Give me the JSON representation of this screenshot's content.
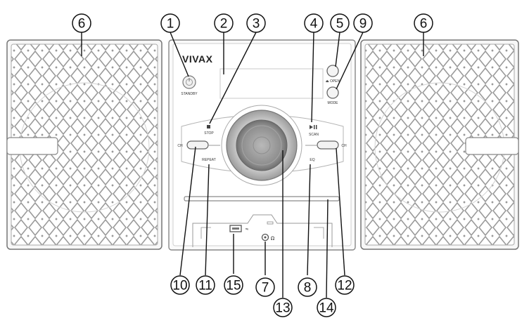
{
  "device": {
    "brand": "VIVAX",
    "labels": {
      "standby": "STANDBY",
      "open": "⏏ OPEN",
      "mode": "MODE",
      "stop": "STOP",
      "scan": "SCAN",
      "repeat": "REPEAT",
      "eq": "EQ",
      "ch_minus": "CH",
      "ch_plus": "CH",
      "usb": "⇋",
      "headphones": "🎧"
    }
  },
  "callouts": [
    {
      "id": "1",
      "label": "1"
    },
    {
      "id": "2",
      "label": "2"
    },
    {
      "id": "3",
      "label": "3"
    },
    {
      "id": "4",
      "label": "4"
    },
    {
      "id": "5",
      "label": "5"
    },
    {
      "id": "6a",
      "label": "6"
    },
    {
      "id": "6b",
      "label": "6"
    },
    {
      "id": "7",
      "label": "7"
    },
    {
      "id": "8",
      "label": "8"
    },
    {
      "id": "9",
      "label": "9"
    },
    {
      "id": "10",
      "label": "10"
    },
    {
      "id": "11",
      "label": "11"
    },
    {
      "id": "12",
      "label": "12"
    },
    {
      "id": "13",
      "label": "13"
    },
    {
      "id": "14",
      "label": "14"
    },
    {
      "id": "15",
      "label": "15"
    }
  ]
}
